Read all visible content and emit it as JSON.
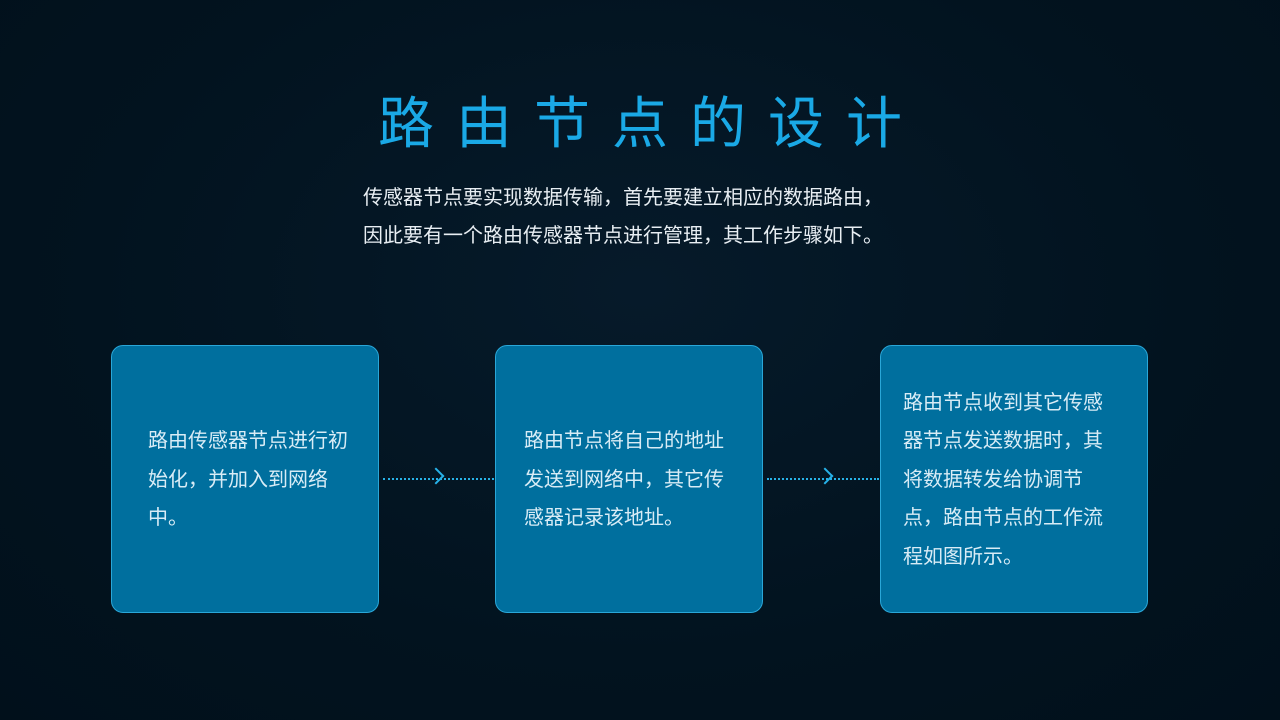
{
  "slide": {
    "title": "路由节点的设计",
    "subtitle_lines": [
      "传感器节点要实现数据传输，首先要建立相应的数据路由，",
      "因此要有一个路由传感器节点进行管理，其工作步骤如下。"
    ],
    "steps": [
      {
        "text": "路由传感器节点进行初始化，并加入到网络中。"
      },
      {
        "text": "路由节点将自己的地址发送到网络中，其它传感器记录该地址。"
      },
      {
        "text": "路由节点收到其它传感器节点发送数据时，其将数据转发给协调节点，路由节点的工作流程如图所示。"
      }
    ],
    "connectors": [
      {
        "icon": "arrow-right-icon"
      },
      {
        "icon": "arrow-right-icon"
      }
    ],
    "colors": {
      "background": "#02131f",
      "title": "#1aa9e6",
      "card_fill": "#006f9e",
      "card_border": "#2aa7d8",
      "connector": "#27b2e8",
      "body_text": "#e8eef3"
    }
  }
}
